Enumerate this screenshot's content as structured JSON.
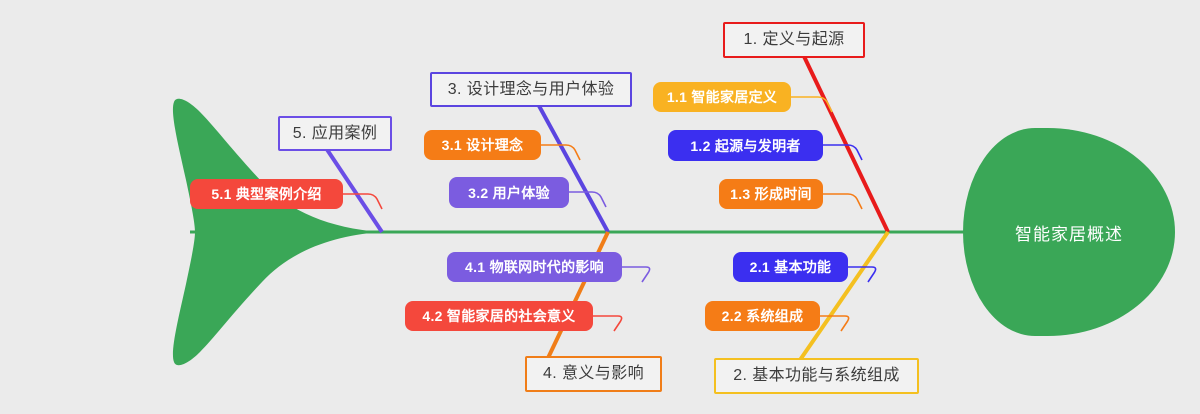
{
  "diagram": {
    "type": "fishbone",
    "title": "智能家居概述",
    "background_color": "#ebebeb",
    "spine_color": "#3aa757",
    "head_color": "#3aa757",
    "tail_color": "#3aa757"
  },
  "head": {
    "label": "智能家居概述"
  },
  "branches": [
    {
      "id": "b1",
      "label": "1. 定义与起源",
      "color": "#e81b1b",
      "side": "top",
      "items": [
        {
          "label": "1.1 智能家居定义",
          "color": "#f9b222"
        },
        {
          "label": "1.2 起源与发明者",
          "color": "#3b2ff0"
        },
        {
          "label": "1.3 形成时间",
          "color": "#f57c16"
        }
      ]
    },
    {
      "id": "b2",
      "label": "2. 基本功能与系统组成",
      "color": "#f4c020",
      "side": "bottom",
      "items": [
        {
          "label": "2.1 基本功能",
          "color": "#3b2ff0"
        },
        {
          "label": "2.2 系统组成",
          "color": "#f57c16"
        }
      ]
    },
    {
      "id": "b3",
      "label": "3. 设计理念与用户体验",
      "color": "#5b45e0",
      "side": "top",
      "items": [
        {
          "label": "3.1 设计理念",
          "color": "#f57c16"
        },
        {
          "label": "3.2 用户体验",
          "color": "#7b5ce0"
        }
      ]
    },
    {
      "id": "b4",
      "label": "4. 意义与影响",
      "color": "#f07d18",
      "side": "bottom",
      "items": [
        {
          "label": "4.1 物联网时代的影响",
          "color": "#7b5ce0"
        },
        {
          "label": "4.2 智能家居的社会意义",
          "color": "#f4483c"
        }
      ]
    },
    {
      "id": "b5",
      "label": "5. 应用案例",
      "color": "#6b4ee6",
      "side": "top",
      "items": [
        {
          "label": "5.1 典型案例介绍",
          "color": "#f4483c"
        }
      ]
    }
  ]
}
